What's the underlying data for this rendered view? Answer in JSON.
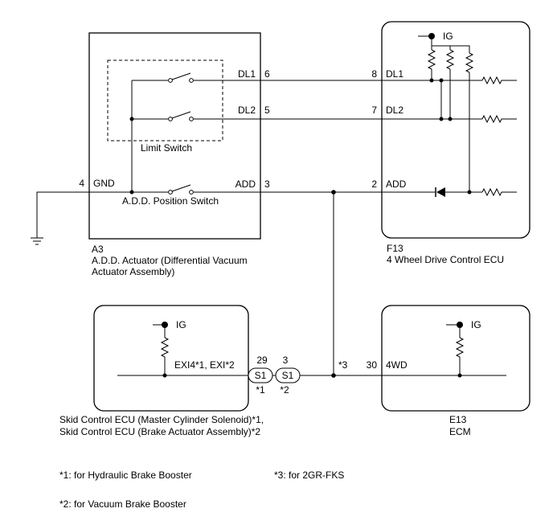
{
  "components": {
    "a3": {
      "code": "A3",
      "name_line1": "A.D.D. Actuator (Differential Vacuum",
      "name_line2": "Actuator Assembly)",
      "limit_switch_label": "Limit Switch",
      "position_switch_label": "A.D.D. Position Switch",
      "terminals": [
        {
          "name": "DL1",
          "pin": "6"
        },
        {
          "name": "DL2",
          "pin": "5"
        },
        {
          "name": "ADD",
          "pin": "3"
        },
        {
          "name": "GND",
          "pin": "4"
        }
      ]
    },
    "f13": {
      "code": "F13",
      "name": "4 Wheel Drive Control ECU",
      "ig_label": "IG",
      "terminals": [
        {
          "name": "DL1",
          "pin": "8"
        },
        {
          "name": "DL2",
          "pin": "7"
        },
        {
          "name": "ADD",
          "pin": "2"
        }
      ]
    },
    "skid": {
      "name_line1": "Skid Control ECU (Master Cylinder Solenoid)*1,",
      "name_line2": "Skid Control ECU (Brake Actuator Assembly)*2",
      "ig_label": "IG",
      "terminal_label": "EXI4*1, EXI*2",
      "pin_a": "29",
      "pin_b": "3",
      "connector_a": "S1",
      "connector_b": "S1",
      "note_a": "*1",
      "note_b": "*2"
    },
    "e13": {
      "code": "E13",
      "name": "ECM",
      "ig_label": "IG",
      "terminal_name": "4WD",
      "pin": "30"
    }
  },
  "junction_note": "*3",
  "footnotes": {
    "note1": "*1: for Hydraulic Brake Booster",
    "note2": "*2: for Vacuum Brake Booster",
    "note3": "*3: for 2GR-FKS"
  }
}
